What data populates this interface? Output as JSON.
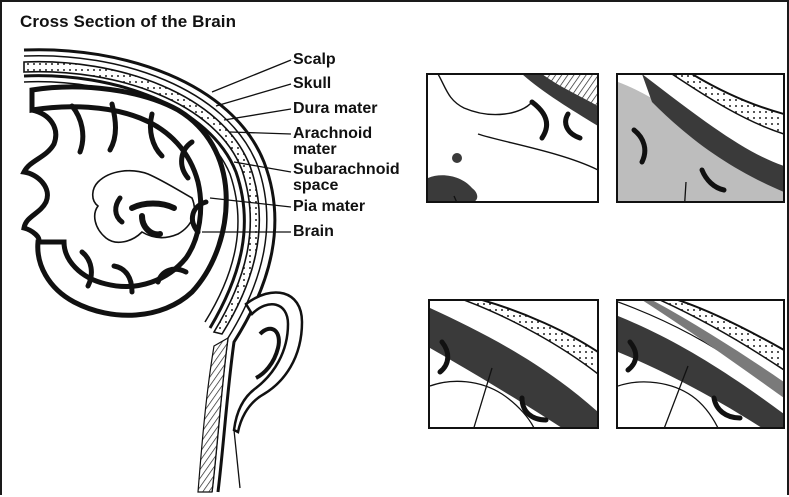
{
  "title": "Cross Section of the Brain",
  "labels": {
    "scalp": "Scalp",
    "skull": "Skull",
    "dura": "Dura mater",
    "arachnoid": "Arachnoid\nmater",
    "subarachnoid": "Subarachnoid\nspace",
    "pia": "Pia mater",
    "brain": "Brain"
  },
  "colors": {
    "ink": "#111111",
    "dark_fill": "#3a3a3a",
    "mid_fill": "#7a7a7a",
    "light_fill": "#bdbdbd",
    "paper": "#ffffff"
  }
}
